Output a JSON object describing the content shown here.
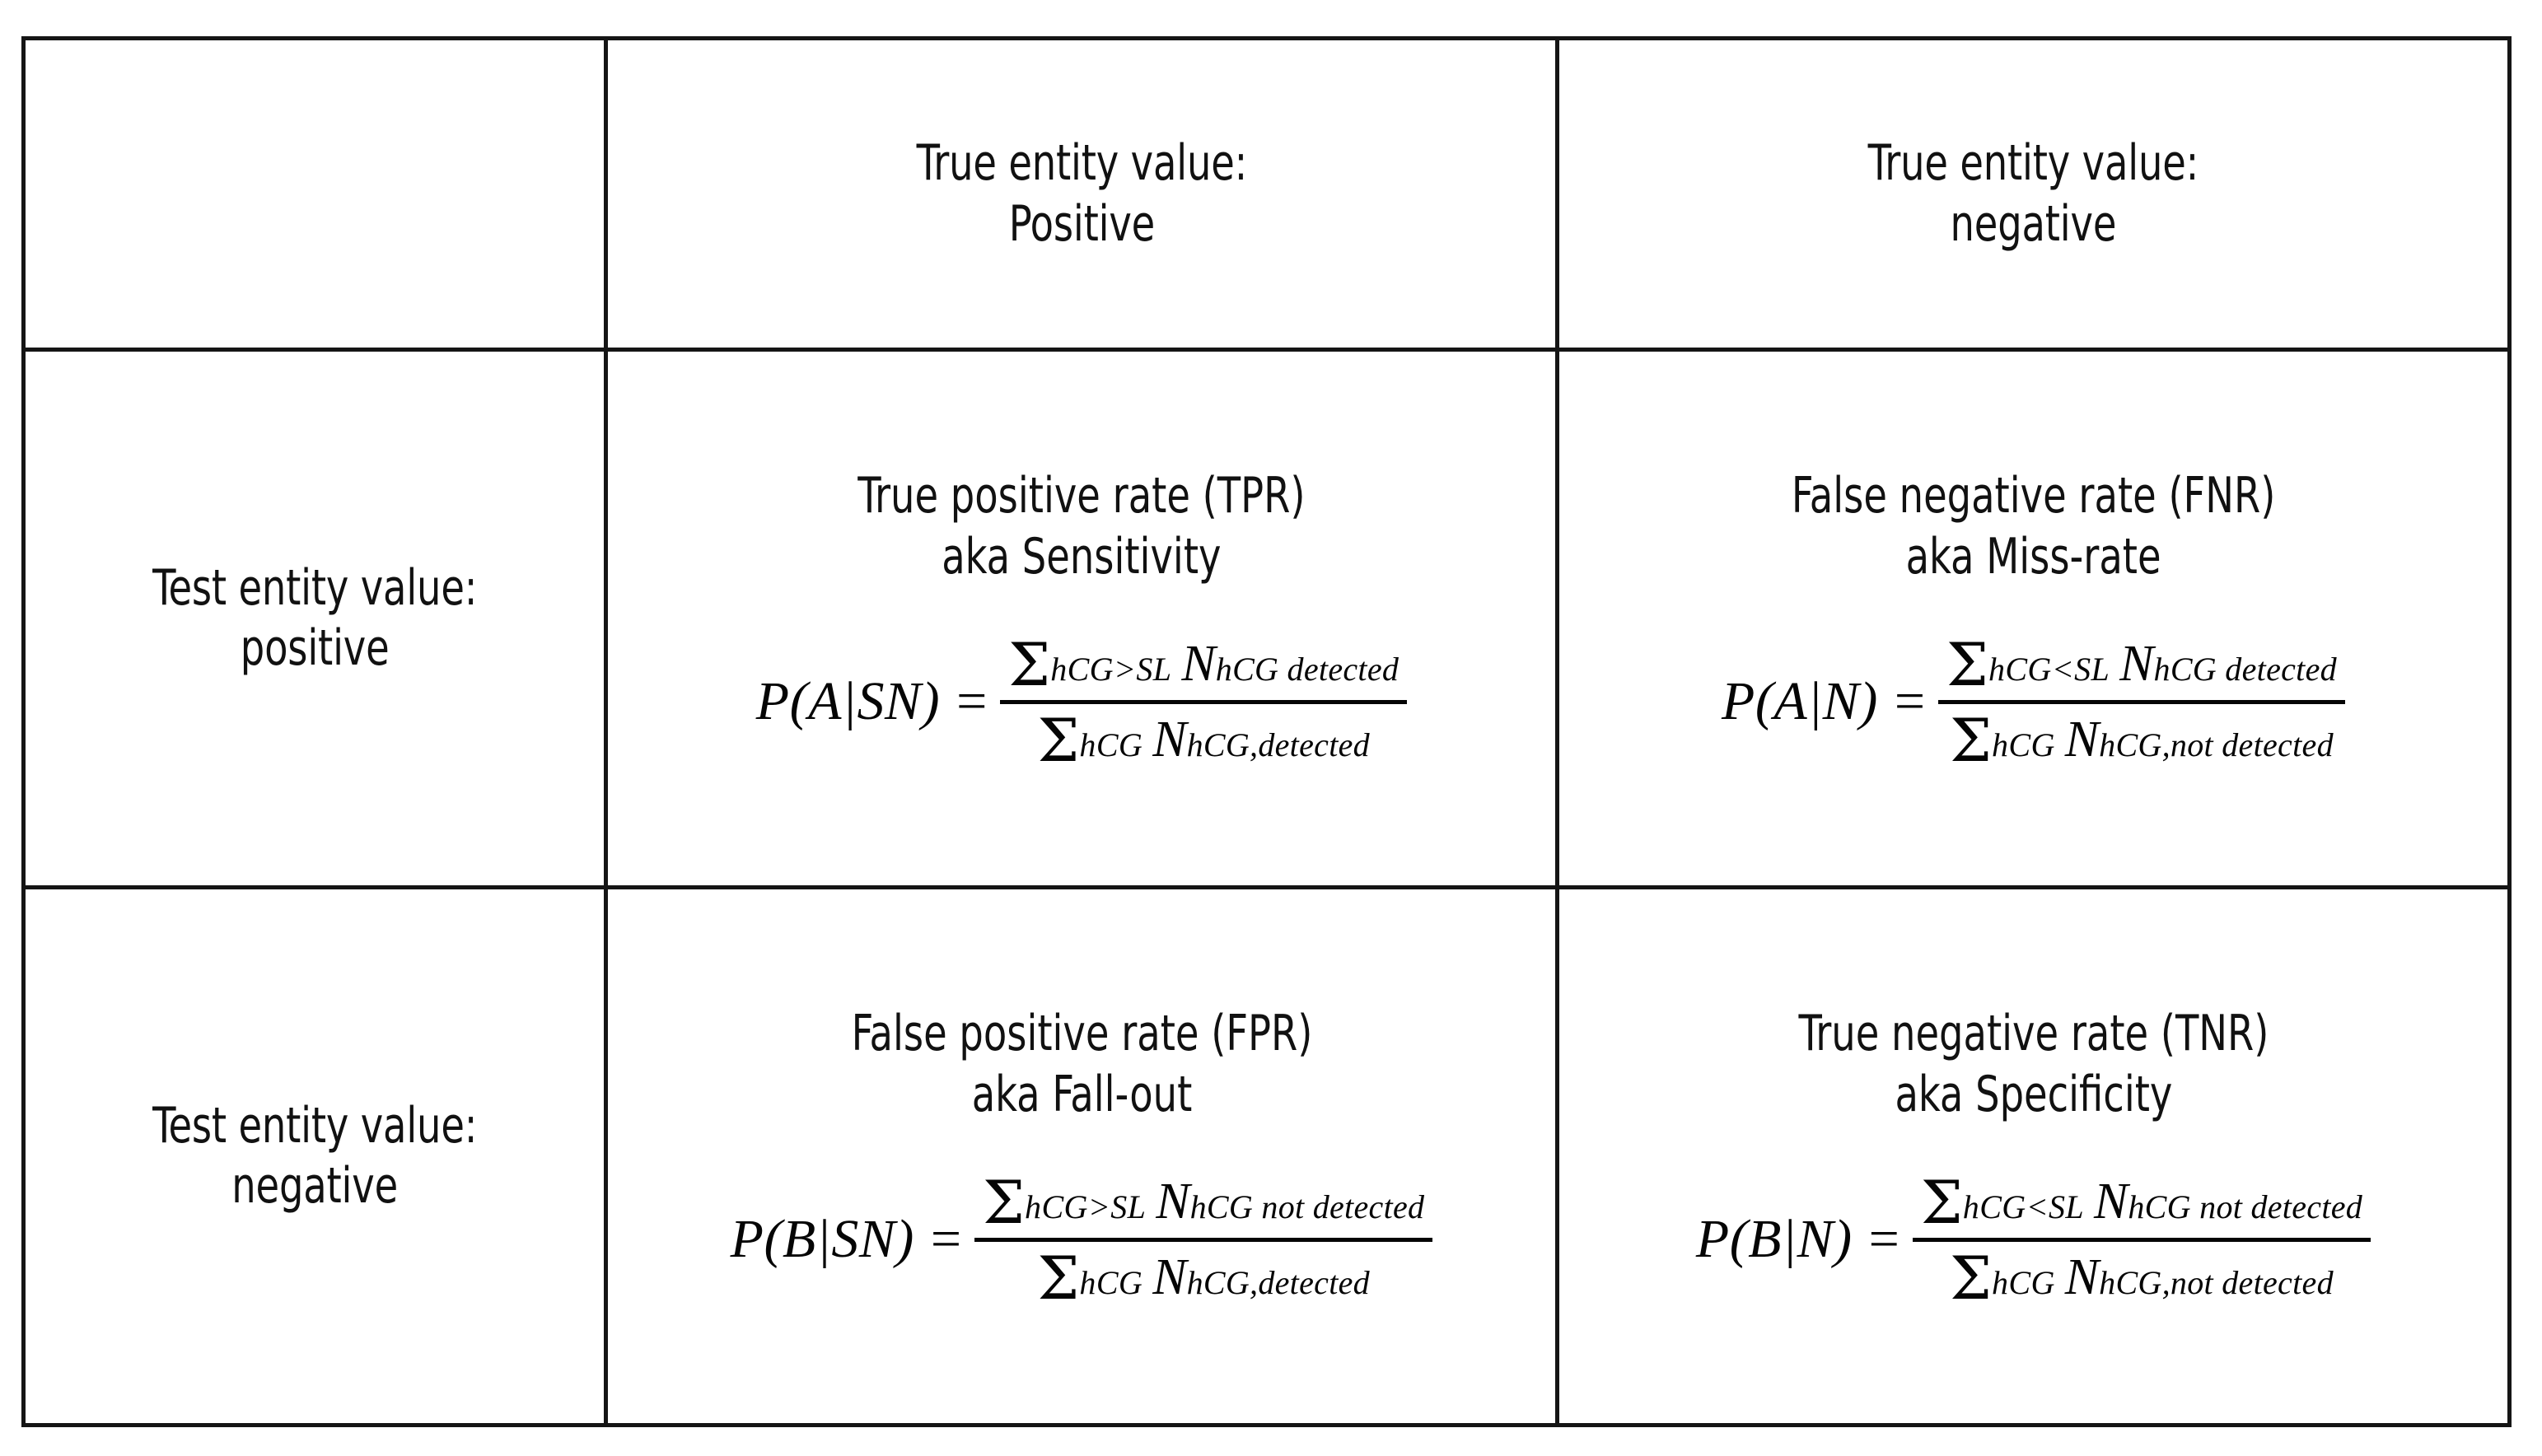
{
  "table": {
    "columns": [
      {
        "key": "corner",
        "header": ""
      },
      {
        "key": "true_positive",
        "header_line1": "True entity value:",
        "header_line2": "Positive"
      },
      {
        "key": "true_negative",
        "header_line1": "True entity value:",
        "header_line2": "negative"
      }
    ],
    "rows": [
      {
        "row_label_line1": "Test entity value:",
        "row_label_line2": "positive",
        "cells": [
          {
            "title_line1": "True positive rate (TPR)",
            "title_line2": "aka Sensitivity",
            "formula": {
              "lhs": "P(A|SN)",
              "equals": "=",
              "numerator": {
                "sigma": "Σ",
                "sigma_sub": "hCG>SL",
                "variable": "N",
                "variable_sub": "hCG detected"
              },
              "denominator": {
                "sigma": "Σ",
                "sigma_sub": "hCG",
                "variable": "N",
                "variable_sub": "hCG,detected"
              }
            }
          },
          {
            "title_line1": "False negative rate (FNR)",
            "title_line2": "aka Miss-rate",
            "formula": {
              "lhs": "P(A|N)",
              "equals": "=",
              "numerator": {
                "sigma": "Σ",
                "sigma_sub": "hCG<SL",
                "variable": "N",
                "variable_sub": "hCG detected"
              },
              "denominator": {
                "sigma": "Σ",
                "sigma_sub": "hCG",
                "variable": "N",
                "variable_sub": "hCG,not detected"
              }
            }
          }
        ]
      },
      {
        "row_label_line1": "Test entity value:",
        "row_label_line2": "negative",
        "cells": [
          {
            "title_line1": "False positive rate (FPR)",
            "title_line2": "aka Fall-out",
            "formula": {
              "lhs": "P(B|SN)",
              "equals": "=",
              "numerator": {
                "sigma": "Σ",
                "sigma_sub": "hCG>SL",
                "variable": "N",
                "variable_sub": "hCG not detected"
              },
              "denominator": {
                "sigma": "Σ",
                "sigma_sub": "hCG",
                "variable": "N",
                "variable_sub": "hCG,detected"
              }
            }
          },
          {
            "title_line1": "True negative rate (TNR)",
            "title_line2": "aka Specificity",
            "formula": {
              "lhs": "P(B|N)",
              "equals": "=",
              "numerator": {
                "sigma": "Σ",
                "sigma_sub": "hCG<SL",
                "variable": "N",
                "variable_sub": "hCG not detected"
              },
              "denominator": {
                "sigma": "Σ",
                "sigma_sub": "hCG",
                "variable": "N",
                "variable_sub": "hCG,not detected"
              }
            }
          }
        ]
      }
    ]
  },
  "colors": {
    "border": "#151515",
    "text": "#111111",
    "math_text": "#050505",
    "background": "#ffffff"
  }
}
